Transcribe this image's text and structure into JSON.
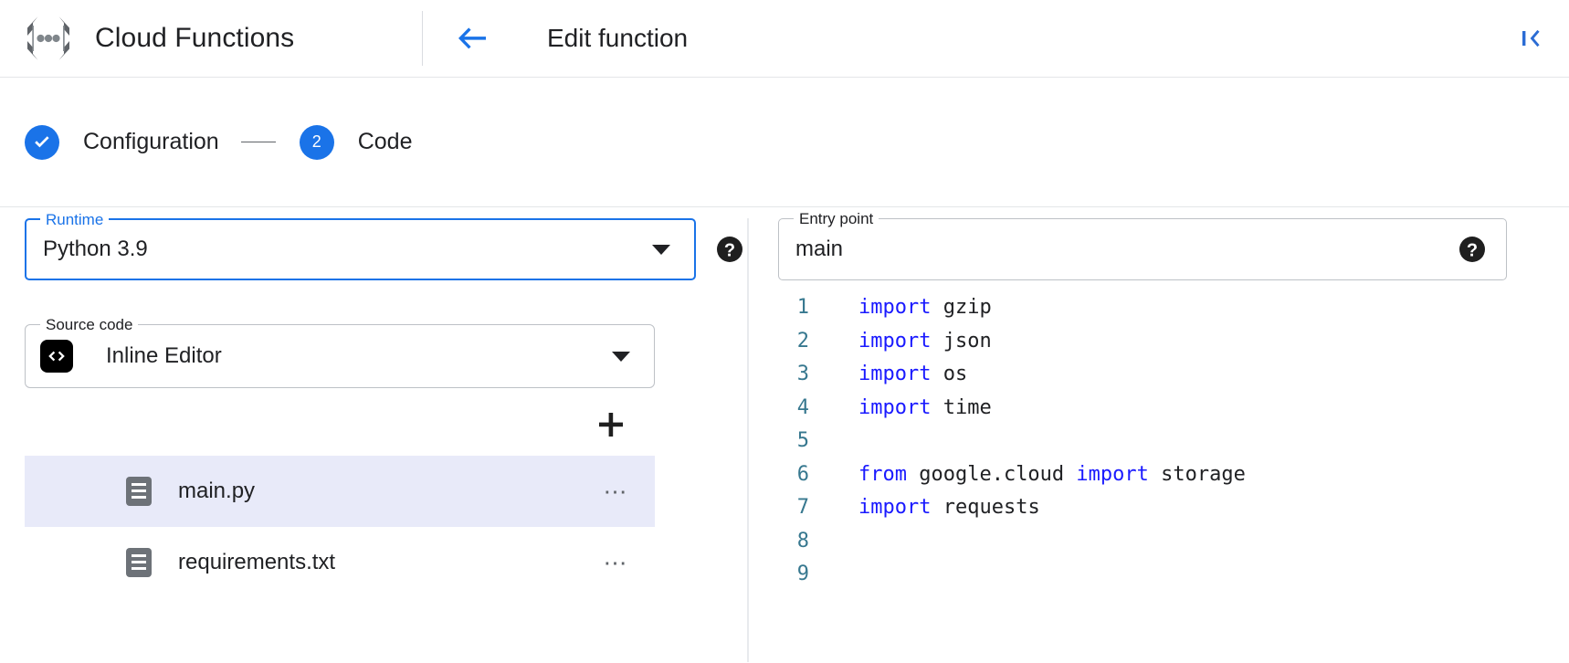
{
  "header": {
    "brand_title": "Cloud Functions",
    "logo_icon": "cloud-functions-logo",
    "back_icon": "arrow-left-icon",
    "page_title": "Edit function",
    "collapse_icon": "collapse-panel-left-icon"
  },
  "stepper": {
    "steps": [
      {
        "badge": "✓",
        "label": "Configuration",
        "state": "complete",
        "icon": "check-circle-icon"
      },
      {
        "badge": "2",
        "label": "Code",
        "state": "active",
        "icon": "step-number-badge"
      }
    ],
    "connector": "—"
  },
  "form": {
    "runtime": {
      "label": "Runtime",
      "value": "Python 3.9",
      "focused": true,
      "caret_icon": "chevron-down-icon",
      "help_icon": "help-filled-icon"
    },
    "entry_point": {
      "label": "Entry point",
      "value": "main",
      "placeholder": "Entry point",
      "focused": false,
      "help_icon": "help-filled-icon"
    },
    "source_code": {
      "label": "Source code",
      "value": "Inline Editor",
      "prefix_icon": "code-brackets-icon",
      "caret_icon": "chevron-down-icon"
    }
  },
  "files": {
    "add_label": "+",
    "add_icon": "plus-icon",
    "menu_label": "⋯",
    "items": [
      {
        "name": "main.py",
        "selected": true,
        "icon": "file-document-icon"
      },
      {
        "name": "requirements.txt",
        "selected": false,
        "icon": "file-document-icon"
      }
    ]
  },
  "editor": {
    "language": "python",
    "lines": [
      {
        "n": "1",
        "tokens": [
          {
            "t": "import",
            "k": "kw"
          },
          {
            "t": " gzip",
            "k": "plain"
          }
        ]
      },
      {
        "n": "2",
        "tokens": [
          {
            "t": "import",
            "k": "kw"
          },
          {
            "t": " json",
            "k": "plain"
          }
        ]
      },
      {
        "n": "3",
        "tokens": [
          {
            "t": "import",
            "k": "kw"
          },
          {
            "t": " os",
            "k": "plain"
          }
        ]
      },
      {
        "n": "4",
        "tokens": [
          {
            "t": "import",
            "k": "kw"
          },
          {
            "t": " time",
            "k": "plain"
          }
        ]
      },
      {
        "n": "5",
        "tokens": []
      },
      {
        "n": "6",
        "tokens": [
          {
            "t": "from",
            "k": "kw"
          },
          {
            "t": " google.cloud ",
            "k": "plain"
          },
          {
            "t": "import",
            "k": "kw"
          },
          {
            "t": " storage",
            "k": "plain"
          }
        ]
      },
      {
        "n": "7",
        "tokens": [
          {
            "t": "import",
            "k": "kw"
          },
          {
            "t": " requests",
            "k": "plain"
          }
        ]
      },
      {
        "n": "8",
        "tokens": []
      },
      {
        "n": "9",
        "tokens": []
      }
    ]
  },
  "colors": {
    "accent_blue": "#1a73e8",
    "keyword_blue": "#1a1aff",
    "line_number": "#37788f",
    "selected_row": "#e8eaf9",
    "icon_gray": "#5f6368",
    "border_gray": "#bdc1c6"
  }
}
